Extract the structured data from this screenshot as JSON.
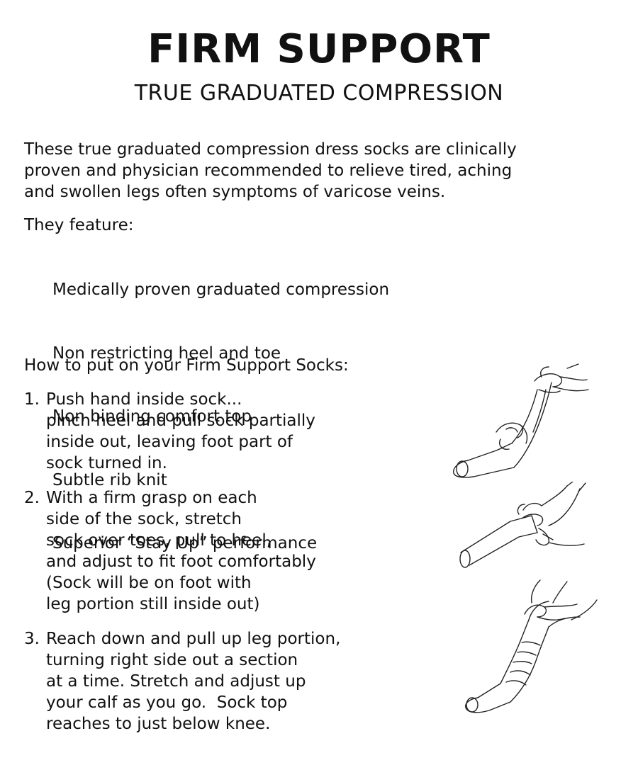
{
  "title": "FIRM SUPPORT",
  "subtitle": "TRUE GRADUATED COMPRESSION",
  "intro": "These true graduated compression dress socks are clinically\nproven and physician recommended to relieve tired, aching\nand swollen legs often symptoms of varicose veins.",
  "features_heading": "They feature:",
  "features": [
    "Medically proven graduated compression",
    "Non restricting heel and toe",
    "Non binding comfort top",
    "Subtle rib knit",
    "Superior “Stay Up” performance"
  ],
  "howto_heading": "How to put on your Firm Support Socks:",
  "steps": [
    {
      "number": "1.",
      "text": "Push hand inside sock...\npinch heel and pull sock partially\ninside out, leaving foot part of\nsock turned in."
    },
    {
      "number": "2.",
      "text": "With a firm grasp on each\nside of the sock, stretch\nsock over toes, pull to heel,\nand adjust to fit foot comfortably\n(Sock will be on foot with\nleg portion still inside out)"
    },
    {
      "number": "3.",
      "text": "Reach down and pull up leg portion,\nturning right side out a section\nat a time. Stretch and adjust up\nyour calf as you go.  Sock top\nreaches to just below knee."
    }
  ]
}
